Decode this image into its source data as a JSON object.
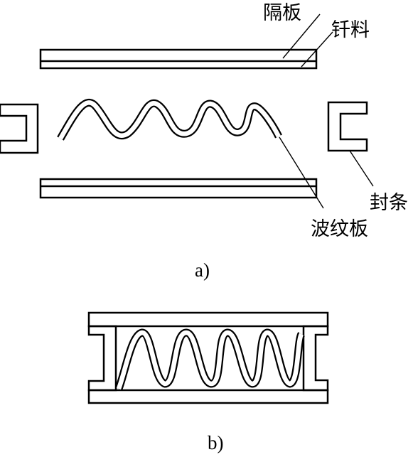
{
  "labels": {
    "separator_plate": "隔板",
    "filler_metal": "钎料",
    "sealing_strip": "封条",
    "corrugated_plate": "波纹板"
  },
  "captions": {
    "a": "a)",
    "b": "b)"
  }
}
